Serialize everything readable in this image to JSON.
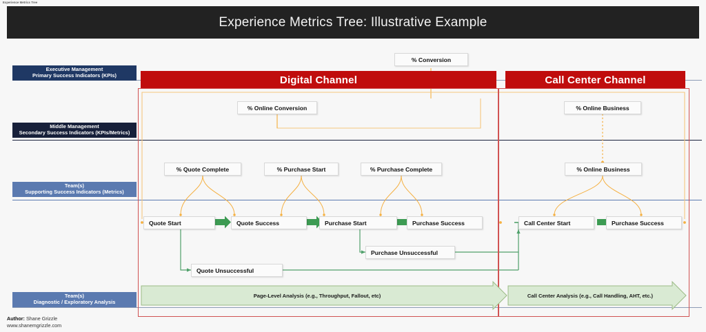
{
  "app": {
    "caption": "Experience Metrics Tree"
  },
  "header": {
    "title": "Experience Metrics Tree: Illustrative Example"
  },
  "colors": {
    "title_bar": "#222222",
    "channel_red": "#c00d0d",
    "lane_exec_blue": "#1f3864",
    "lane_mid_navy": "#17203a",
    "lane_team_blue": "#5b7ab0",
    "connector_orange": "#f5b041",
    "connector_green": "#4fa06a",
    "flow_arrow_green": "#3d9b53",
    "analysis_fill": "#d9ead3",
    "analysis_stroke": "#9bbb85",
    "node_fill": "#fbfbfb",
    "node_border": "#d8d8d8"
  },
  "lanes": [
    {
      "id": "executive",
      "line1": "Executive Management",
      "line2": "Primary Success Indicators (KPIs)"
    },
    {
      "id": "middle",
      "line1": "Middle Management",
      "line2": "Secondary  Success Indicators (KPIs/Metrics)"
    },
    {
      "id": "team",
      "line1": "Team(s)",
      "line2": "Supporting  Success Indicators (Metrics)"
    },
    {
      "id": "diagnostic",
      "line1": "Team(s)",
      "line2": "Diagnostic / Exploratory Analysis"
    }
  ],
  "channels": [
    {
      "id": "digital",
      "label": "Digital Channel"
    },
    {
      "id": "call_center",
      "label": "Call Center Channel"
    }
  ],
  "kpi": {
    "conversion": "% Conversion"
  },
  "secondary_metrics": [
    {
      "id": "online_conversion",
      "label": "% Online Conversion",
      "channel": "digital"
    },
    {
      "id": "online_business_secondary",
      "label": "% Online Business",
      "channel": "call_center"
    }
  ],
  "supporting_metrics": [
    {
      "id": "quote_complete",
      "label": "% Quote Complete",
      "channel": "digital"
    },
    {
      "id": "purchase_start",
      "label": "% Purchase Start",
      "channel": "digital"
    },
    {
      "id": "purchase_complete",
      "label": "% Purchase Complete",
      "channel": "digital"
    },
    {
      "id": "online_business_supporting",
      "label": "% Online Business",
      "channel": "call_center"
    }
  ],
  "process_flow": {
    "digital": [
      {
        "id": "quote_start",
        "label": "Quote Start"
      },
      {
        "id": "quote_success",
        "label": "Quote Success"
      },
      {
        "id": "purchase_start",
        "label": "Purchase Start"
      },
      {
        "id": "purchase_success",
        "label": "Purchase Success"
      }
    ],
    "call_center": [
      {
        "id": "call_center_start",
        "label": "Call Center Start"
      },
      {
        "id": "cc_purchase_success",
        "label": "Purchase Success"
      }
    ],
    "exceptions": [
      {
        "id": "purchase_unsuccessful",
        "label": "Purchase Unsuccessful"
      },
      {
        "id": "quote_unsuccessful",
        "label": "Quote Unsuccessful"
      }
    ]
  },
  "analysis": [
    {
      "id": "page_level",
      "label": "Page-Level Analysis (e.g., Throughput, Fallout, etc)"
    },
    {
      "id": "call_center",
      "label": "Call Center Analysis (e.g., Call Handling, AHT, etc.)"
    }
  ],
  "footer": {
    "author_label": "Author:",
    "author_name": " Shane Grizzle",
    "website": "www.shanemgrizzle.com"
  }
}
